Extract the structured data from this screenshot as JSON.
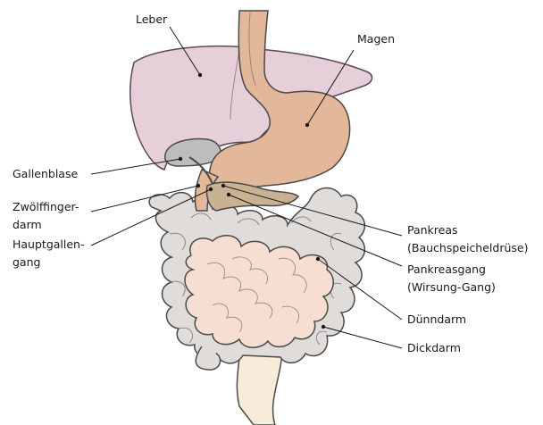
{
  "labels": {
    "leber": "Leber",
    "magen": "Magen",
    "gallenblase": "Gallenblase",
    "zwoelffinger_1": "Zwölffinger-",
    "zwoelffinger_2": "darm",
    "hauptgallen_1": "Hauptgallen-",
    "hauptgallen_2": "gang",
    "pankreas_1": "Pankreas",
    "pankreas_2": "(Bauchspeicheldrüse)",
    "pankreasgang_1": "Pankreasgang",
    "pankreasgang_2": "(Wirsung-Gang)",
    "duenndarm": "Dünndarm",
    "dickdarm": "Dickdarm"
  },
  "colors": {
    "liver": "#e6cfd8",
    "liver_stroke": "#5a4a55",
    "stomach": "#e2b79a",
    "gallbladder": "#bdbdbd",
    "pancreas": "#c9b292",
    "colon": "#e0dcd9",
    "small_intestine": "#f6dfd2",
    "rectum": "#f7ecd9",
    "outline": "#4a4a4a"
  }
}
